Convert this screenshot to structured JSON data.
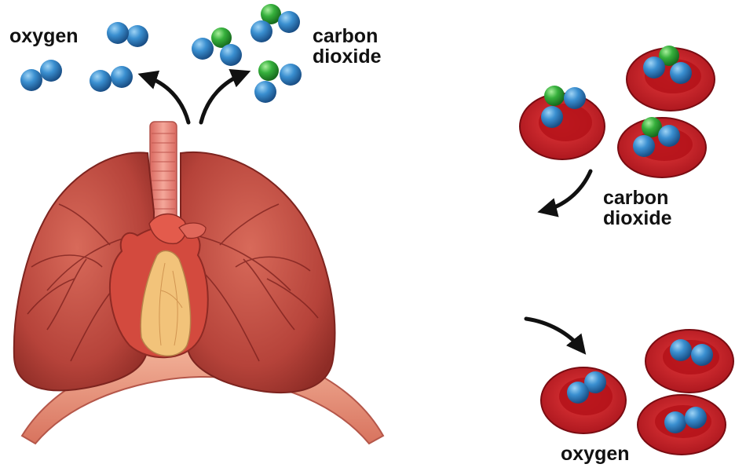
{
  "labels": {
    "oxygen_top": "oxygen",
    "carbon_dioxide_top": [
      "carbon",
      "dioxide"
    ],
    "carbon_dioxide_right": [
      "carbon",
      "dioxide"
    ],
    "oxygen_bottom": "oxygen"
  },
  "colors": {
    "oxygen_atom": "#2d7fbf",
    "carbon_atom": "#2ea836",
    "red_blood_cell": "#c81e24",
    "lung_tissue": "#b8443a",
    "heart": "#e05a4c",
    "fat": "#f1c27a",
    "trachea": "#e8847a"
  }
}
